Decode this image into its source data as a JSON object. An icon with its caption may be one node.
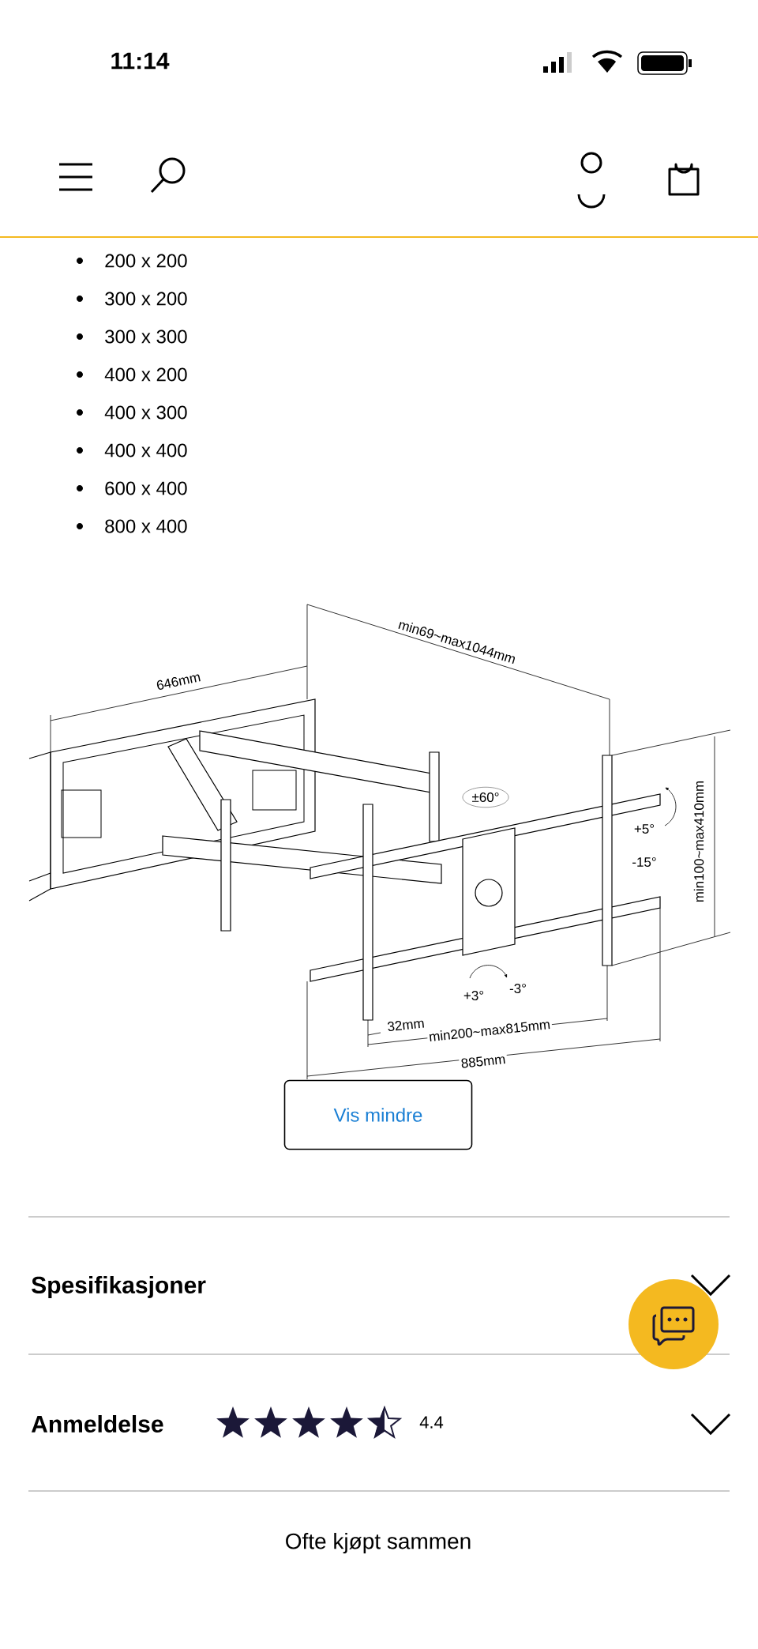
{
  "diagram": {
    "labels": [
      "11:14",
      "200 x 200",
      "300 x 200",
      "300 x 300",
      "400 x 200",
      "400 x 300",
      "400 x 400",
      "600 x 400",
      "800 x 400",
      "min69~max1044mm",
      "646mm",
      "±60°",
      "+5°",
      "-15°",
      "min100~max410mm",
      "+3°",
      "-3°",
      "32mm",
      "min200~max815mm",
      "885mm",
      "Vis mindre",
      "Spesifikasjoner",
      "Anmeldelse",
      "4.4",
      "Ofte kjøpt sammen"
    ]
  }
}
